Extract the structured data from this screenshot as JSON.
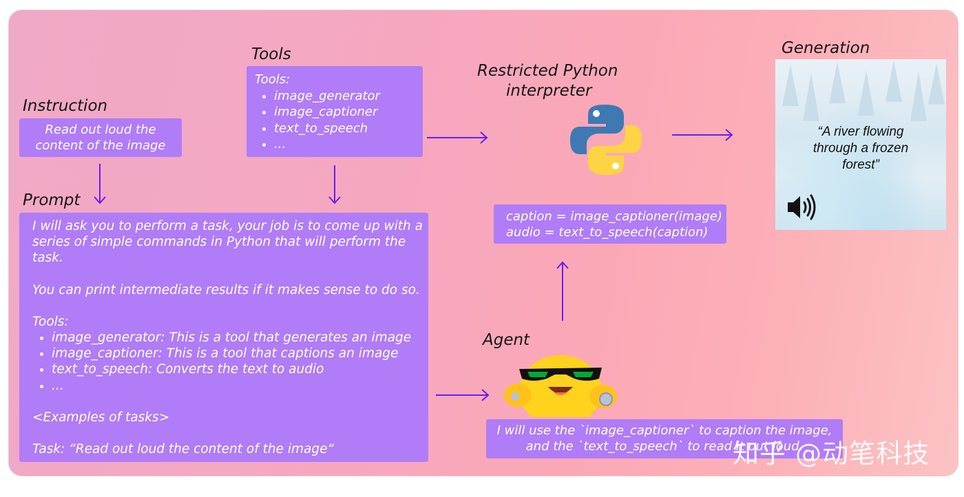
{
  "labels": {
    "tools": "Tools",
    "instruction": "Instruction",
    "prompt": "Prompt",
    "interpreter_line1": "Restricted Python",
    "interpreter_line2": "interpreter",
    "generation": "Generation",
    "agent": "Agent"
  },
  "instruction_box": {
    "line1": "Read out loud the",
    "line2": "content of the image"
  },
  "tools_box": {
    "heading": "Tools:",
    "items": [
      "image_generator",
      "image_captioner",
      "text_to_speech",
      "..."
    ]
  },
  "prompt_box": {
    "line1": "I will ask you to perform a task, your job is to come up with a",
    "line2": "series of simple commands in Python that will perform the",
    "line3": "task.",
    "line4": "You can print intermediate results if it makes sense to do so.",
    "tools_heading": "Tools:",
    "tools": [
      "image_generator: This is a tool that generates an image",
      "image_captioner: This is a tool that captions an image",
      "text_to_speech: Converts the text to audio",
      "..."
    ],
    "examples": "<Examples of tasks>",
    "task": "Task: “Read out loud the content of the image“"
  },
  "code_box": {
    "line1": "caption = image_captioner(image)",
    "line2": "audio = text_to_speech(caption)"
  },
  "agent_box": {
    "line1": "I will use the `image_captioner` to caption the image,",
    "line2": "and the `text_to_speech` to read it out loud."
  },
  "generation": {
    "line1": "“A river flowing",
    "line2": "through a frozen",
    "line3": "forest”"
  },
  "watermark": "知乎 @动笔科技",
  "colors": {
    "box": "#b07cf7",
    "arrow": "#6a1cf0",
    "background_left": "#f0a9c7",
    "background_right": "#fcc2c4"
  },
  "icons": [
    "python-logo-icon",
    "speaker-icon",
    "agent-emoji-icon"
  ]
}
